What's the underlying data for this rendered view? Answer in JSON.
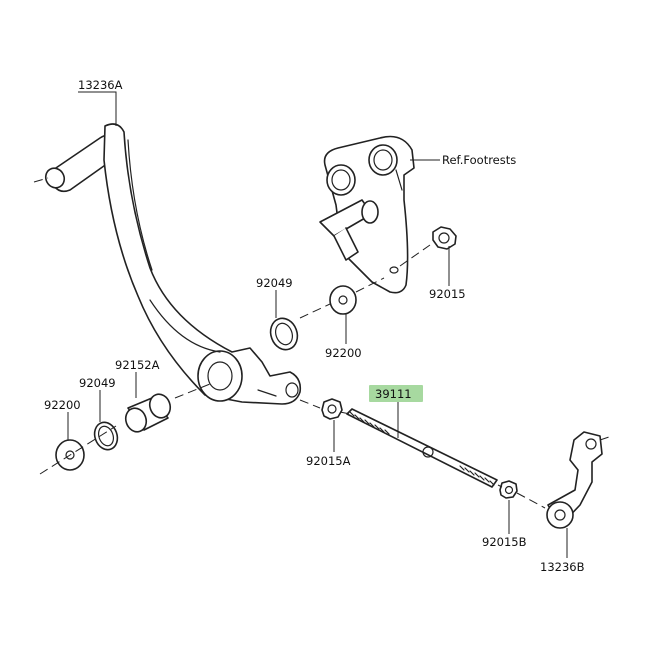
{
  "labels": {
    "pedal": "13236A",
    "footrests_ref": "Ref.Footrests",
    "washer_upper": "92049",
    "nut_upper": "92015",
    "washer_large_upper": "92200",
    "bush": "92152A",
    "washer_lower": "92049",
    "washer_large_lower": "92200",
    "rod": "39111",
    "nut_a": "92015A",
    "nut_b": "92015B",
    "lever": "13236B"
  },
  "colors": {
    "highlight": "#a7d9a0",
    "line": "#222222"
  }
}
